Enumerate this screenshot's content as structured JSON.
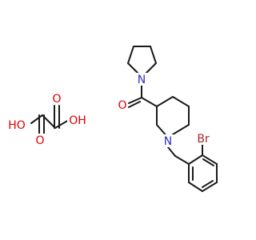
{
  "figure": {
    "molecules": [
      {
        "name": "oxalic-acid",
        "labels": {
          "o_top": "O",
          "o_bottom": "O",
          "oh_left": "HO",
          "oh_right": "OH"
        }
      },
      {
        "name": "bromobenzyl-piperidine-pyrrolidine-ketone",
        "labels": {
          "n_pyrrolidine": "N",
          "o_carbonyl": "O",
          "n_piperidine": "N",
          "br": "Br"
        }
      }
    ],
    "colors": {
      "bond": "#1a1a1a",
      "oxygen": "#e00000",
      "nitrogen": "#2d2dcc",
      "bromine": "#a52a2a"
    }
  }
}
